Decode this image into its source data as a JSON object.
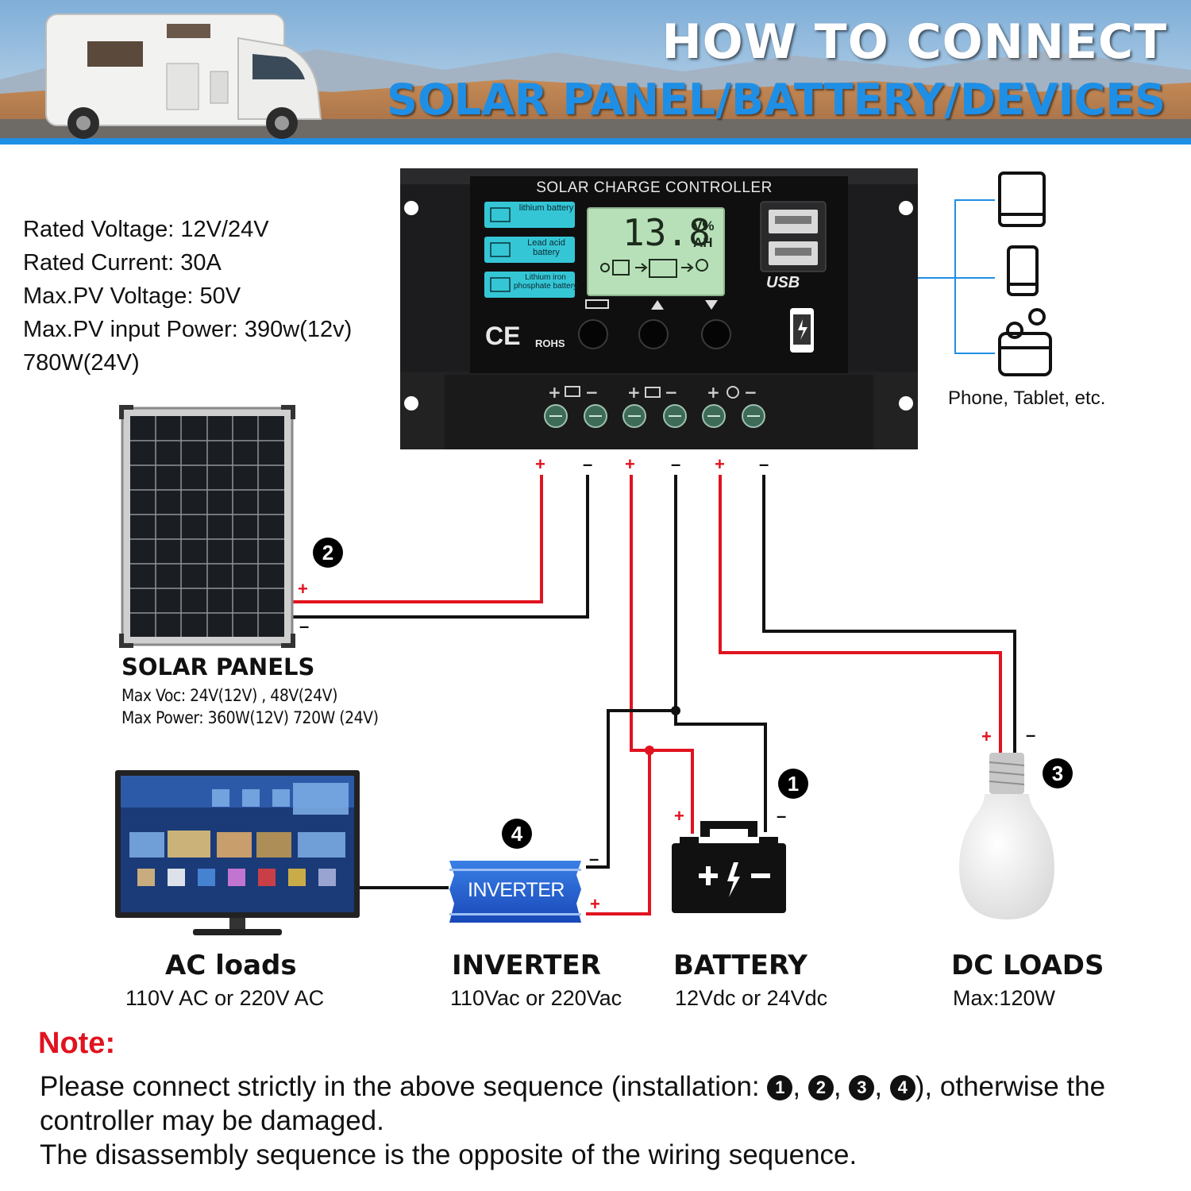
{
  "header": {
    "title": "HOW TO CONNECT",
    "subtitle": "SOLAR PANEL/BATTERY/DEVICES"
  },
  "specs": [
    "Rated Voltage: 12V/24V",
    "Rated Current: 30A",
    "Max.PV Voltage: 50V",
    "Max.PV input Power: 390w(12v)",
    "780W(24V)"
  ],
  "controller": {
    "title": "SOLAR CHARGE CONTROLLER",
    "battery_types": [
      "lithium battery",
      "Lead acid battery",
      "Lithium iron phosphate battery"
    ],
    "display_value": "13.8",
    "display_unit_top": "V%",
    "display_unit_bottom": "AH",
    "usb_label": "USB",
    "ce_mark": "CE",
    "rohs_mark": "ROHS"
  },
  "devices_caption": "Phone, Tablet, etc.",
  "solar_panels": {
    "title": "SOLAR PANELS",
    "line1": "Max Voc: 24V(12V) , 48V(24V)",
    "line2": "Max Power: 360W(12V) 720W (24V)"
  },
  "ac_loads": {
    "title": "AC loads",
    "sub": "110V AC or 220V AC"
  },
  "inverter": {
    "title": "INVERTER",
    "sub": "110Vac or 220Vac",
    "box_label": "INVERTER"
  },
  "battery": {
    "title": "BATTERY",
    "sub": "12Vdc or 24Vdc"
  },
  "dc_loads": {
    "title": "DC LOADS",
    "sub": "Max:120W"
  },
  "steps": {
    "battery": "1",
    "solar": "2",
    "dc": "3",
    "inverter": "4"
  },
  "polarity": {
    "plus": "+",
    "minus": "–"
  },
  "note": {
    "heading": "Note:",
    "pre": "Please connect strictly in the above sequence (installation:",
    "b1": "1",
    "b2": "2",
    "b3": "3",
    "b4": "4",
    "sep": ",",
    "post": "), otherwise the controller may be damaged.",
    "line2": "The disassembly sequence is the opposite of the wiring sequence."
  },
  "colors": {
    "wire_red": "#e0131f",
    "wire_black": "#111111",
    "accent_blue": "#1f8fe6",
    "lcd": "#b7e0b8",
    "battery_btn": "#35c6d6"
  }
}
